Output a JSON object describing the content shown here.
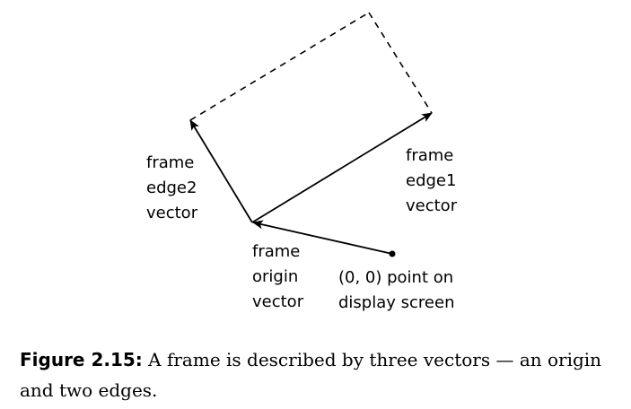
{
  "diagram": {
    "labels": {
      "edge2": [
        "frame",
        "edge2",
        "vector"
      ],
      "edge1": [
        "frame",
        "edge1",
        "vector"
      ],
      "origin": [
        "frame",
        "origin",
        "vector"
      ],
      "screen_origin": [
        "(0, 0) point on",
        "display screen"
      ]
    },
    "line_color": "#000000"
  },
  "caption": {
    "label": "Figure 2.15:",
    "text": " A frame is described by three vectors — an origin and two edges."
  }
}
